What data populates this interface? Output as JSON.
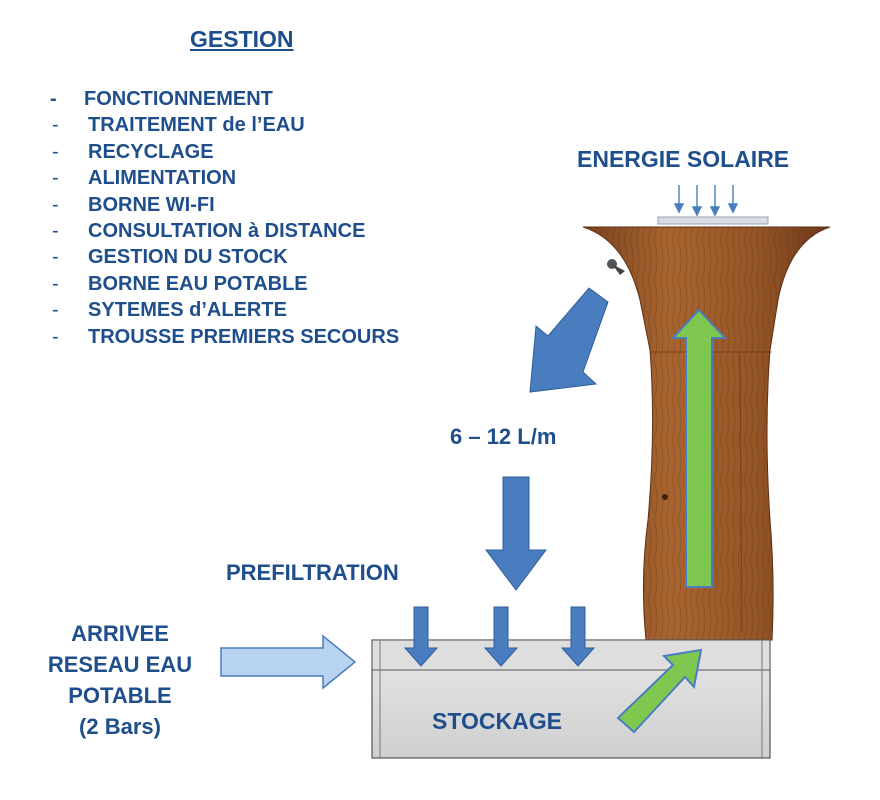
{
  "title": "GESTION",
  "features": [
    {
      "dash": "-",
      "label": "FONCTIONNEMENT"
    },
    {
      "dash": "-",
      "label": "TRAITEMENT de l’EAU"
    },
    {
      "dash": "-",
      "label": "RECYCLAGE"
    },
    {
      "dash": "-",
      "label": "ALIMENTATION"
    },
    {
      "dash": "-",
      "label": "BORNE WI-FI"
    },
    {
      "dash": "-",
      "label": "CONSULTATION à DISTANCE"
    },
    {
      "dash": "-",
      "label": "GESTION DU STOCK"
    },
    {
      "dash": "-",
      "label": "BORNE EAU POTABLE"
    },
    {
      "dash": "-",
      "label": "SYTEMES d’ALERTE"
    },
    {
      "dash": "-",
      "label": "TROUSSE PREMIERS SECOURS"
    }
  ],
  "energy_label": "ENERGIE SOLAIRE",
  "flow_label": "6 – 12 L/m",
  "prefiltration_label": "PREFILTRATION",
  "inlet_label": [
    "ARRIVEE",
    "RESEAU EAU",
    "POTABLE",
    "(2 Bars)"
  ],
  "storage_label": "STOCKAGE",
  "colors": {
    "text": "#1f4e8c",
    "blue_arrow": "#4a7dbf",
    "green_arrow": "#7ec850",
    "inlet_arrow": "#b8d3ef",
    "wood": "#9a5a2c",
    "tank": "#dcdcdc"
  }
}
